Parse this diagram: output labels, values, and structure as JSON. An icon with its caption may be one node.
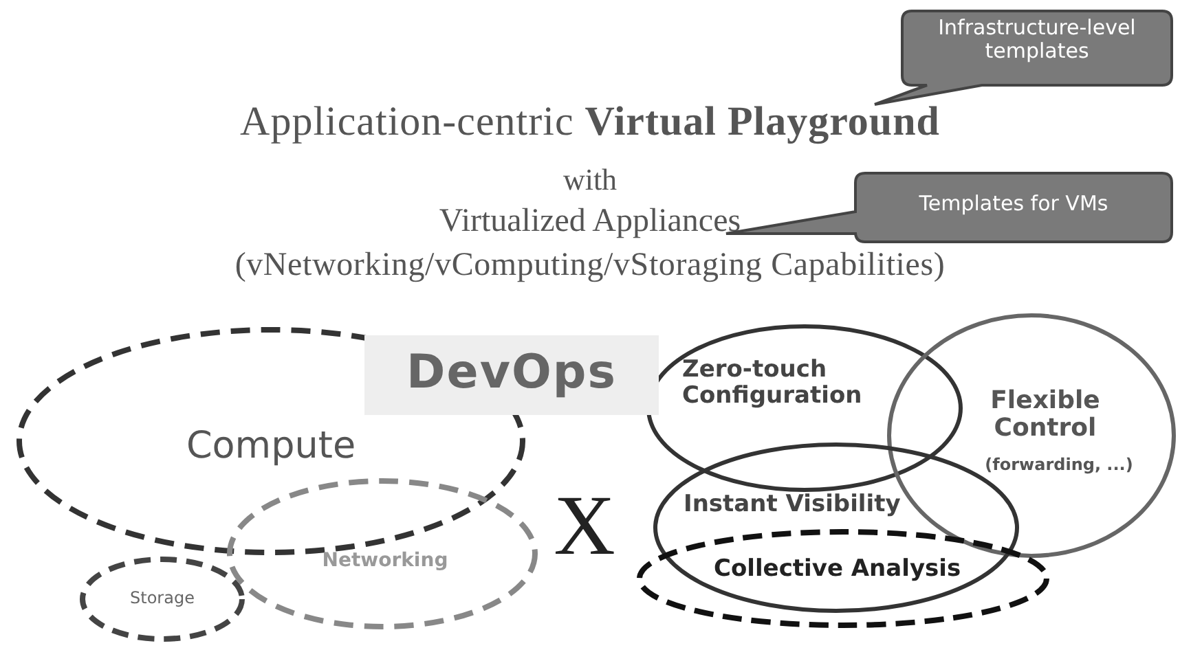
{
  "diagram": {
    "title": "Application-centric **Virtual Playground**",
    "nodes": [
      {
        "text": [
          "Infrastructure-level templates"
        ]
      },
      {
        "text": [
          "Templates for VMs"
        ]
      },
      {
        "text": [
          "DevOps"
        ]
      },
      {
        "text": [
          "Compute"
        ]
      },
      {
        "text": [
          "Networking"
        ]
      },
      {
        "text": [
          "Storage"
        ]
      },
      {
        "text": [
          "Zero-touch Configuration"
        ]
      },
      {
        "text": [
          "Flexible Control",
          "(forwarding, ...)"
        ]
      },
      {
        "text": [
          "Instant Visibility"
        ]
      },
      {
        "text": [
          "Collective Analysis"
        ]
      }
    ],
    "labels": [
      "with",
      "Virtualized Appliances",
      "(vNetworking/vComputing/vStoraging Capabilities)",
      "X"
    ]
  }
}
